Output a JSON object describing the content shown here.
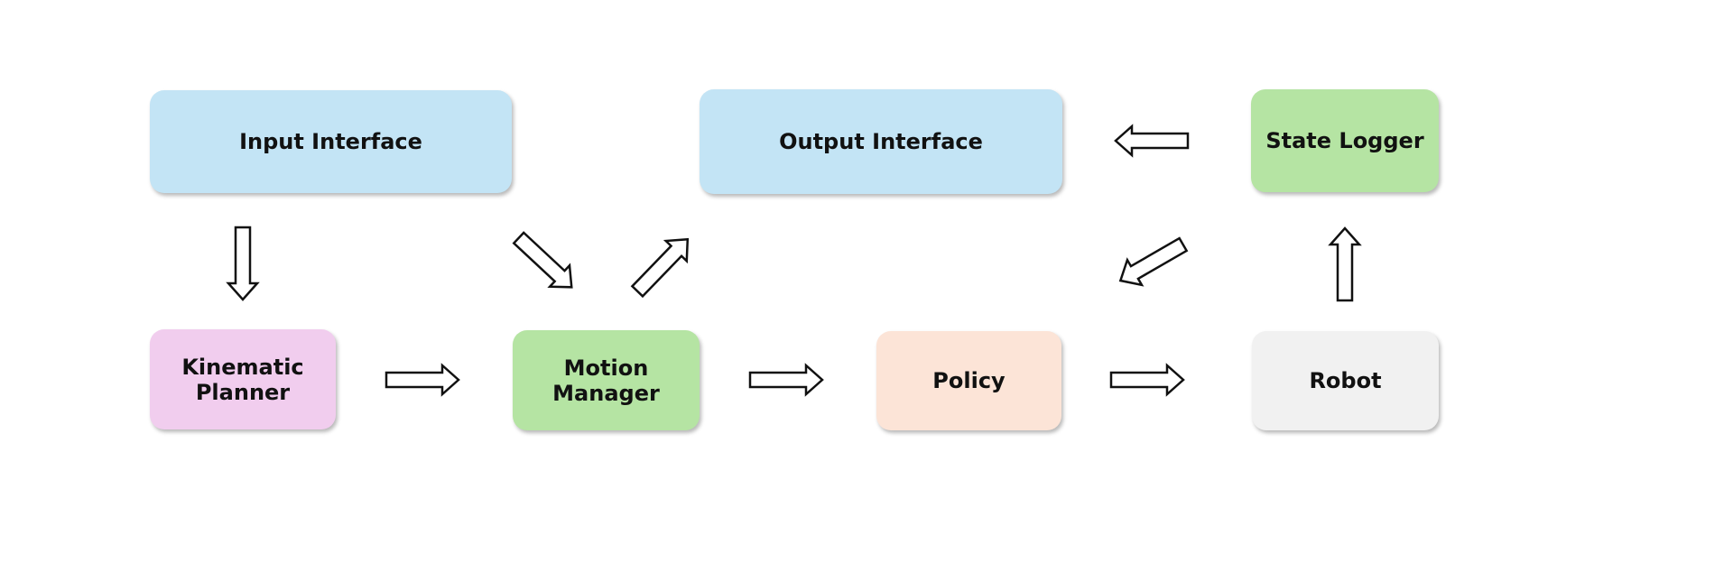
{
  "nodes": {
    "input_interface": {
      "label": "Input Interface",
      "color": "#c3e4f5"
    },
    "output_interface": {
      "label": "Output Interface",
      "color": "#c3e4f5"
    },
    "state_logger": {
      "label": "State Logger",
      "color": "#b5e4a3"
    },
    "kinematic_planner": {
      "label": "Kinematic\nPlanner",
      "color": "#f1cdee"
    },
    "motion_manager": {
      "label": "Motion\nManager",
      "color": "#b5e4a3"
    },
    "policy": {
      "label": "Policy",
      "color": "#fce4d7"
    },
    "robot": {
      "label": "Robot",
      "color": "#f1f1f1"
    }
  },
  "edges": [
    {
      "from": "input_interface",
      "to": "kinematic_planner",
      "icon": "arrow-down-icon"
    },
    {
      "from": "input_interface",
      "to": "motion_manager",
      "icon": "arrow-down-right-icon"
    },
    {
      "from": "motion_manager",
      "to": "output_interface",
      "icon": "arrow-up-right-icon"
    },
    {
      "from": "kinematic_planner",
      "to": "motion_manager",
      "icon": "arrow-right-icon"
    },
    {
      "from": "motion_manager",
      "to": "policy",
      "icon": "arrow-right-icon"
    },
    {
      "from": "policy",
      "to": "robot",
      "icon": "arrow-right-icon"
    },
    {
      "from": "robot",
      "to": "state_logger",
      "icon": "arrow-up-icon"
    },
    {
      "from": "state_logger",
      "to": "output_interface",
      "icon": "arrow-left-icon"
    },
    {
      "from": "state_logger",
      "to": "policy",
      "icon": "arrow-down-left-icon"
    }
  ]
}
